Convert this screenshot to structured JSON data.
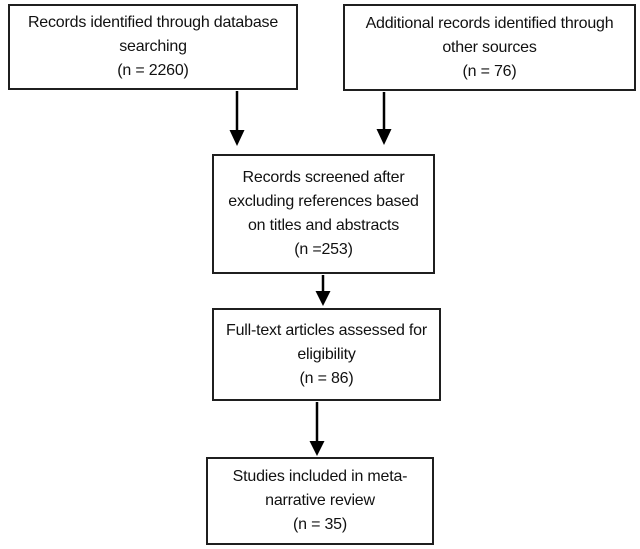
{
  "diagram": {
    "type": "flowchart",
    "colors": {
      "background": "#ffffff",
      "box_border": "#1f1f1f",
      "text": "#111111",
      "arrow": "#000000"
    },
    "boxes": [
      {
        "name": "records-identified-database",
        "lines": [
          "Records identified through database",
          "searching",
          "(n = 2260)"
        ],
        "n_value": "2260"
      },
      {
        "name": "additional-records-other-sources",
        "lines": [
          "Additional records identified through",
          "other sources",
          "(n = 76)"
        ],
        "n_value": "76"
      },
      {
        "name": "records-screened",
        "lines": [
          "Records screened after",
          "excluding references based",
          "on titles and abstracts",
          "(n =253)"
        ],
        "n_value": "253"
      },
      {
        "name": "full-text-assessed",
        "lines": [
          "Full-text articles assessed for",
          "eligibility",
          "(n = 86)"
        ],
        "n_value": "86"
      },
      {
        "name": "studies-included",
        "lines": [
          "Studies included in meta-",
          "narrative review",
          "(n = 35)"
        ],
        "n_value": "35"
      }
    ],
    "arrows": [
      {
        "name": "arrow-database-to-screened",
        "from": "records-identified-database",
        "to": "records-screened"
      },
      {
        "name": "arrow-other-sources-to-screened",
        "from": "additional-records-other-sources",
        "to": "records-screened"
      },
      {
        "name": "arrow-screened-to-fulltext",
        "from": "records-screened",
        "to": "full-text-assessed"
      },
      {
        "name": "arrow-fulltext-to-included",
        "from": "full-text-assessed",
        "to": "studies-included"
      }
    ]
  }
}
